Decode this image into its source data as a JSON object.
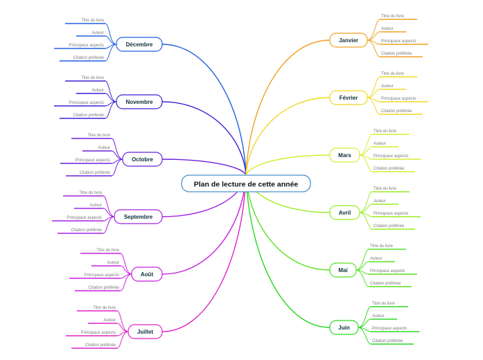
{
  "center": {
    "label": "Plan de lecture de cette année",
    "color": "#4a90c8"
  },
  "leaf_labels": [
    "Titre du livre",
    "Auteur",
    "Principaux aspects",
    "Citation préférée"
  ],
  "branches": [
    {
      "label": "Décembre",
      "side": "left",
      "color": "#1f5fe0"
    },
    {
      "label": "Novembre",
      "side": "left",
      "color": "#3a1fd6"
    },
    {
      "label": "Octobre",
      "side": "left",
      "color": "#6a1fd8"
    },
    {
      "label": "Septembre",
      "side": "left",
      "color": "#a020e0"
    },
    {
      "label": "Août",
      "side": "left",
      "color": "#c81fe0"
    },
    {
      "label": "Juillet",
      "side": "left",
      "color": "#e020c8"
    },
    {
      "label": "Janvier",
      "side": "right",
      "color": "#f0a020"
    },
    {
      "label": "Février",
      "side": "right",
      "color": "#f0d820"
    },
    {
      "label": "Mars",
      "side": "right",
      "color": "#d8ec30"
    },
    {
      "label": "Avril",
      "side": "right",
      "color": "#98ec20"
    },
    {
      "label": "Mai",
      "side": "right",
      "color": "#58e020"
    },
    {
      "label": "Juin",
      "side": "right",
      "color": "#28d820"
    }
  ]
}
